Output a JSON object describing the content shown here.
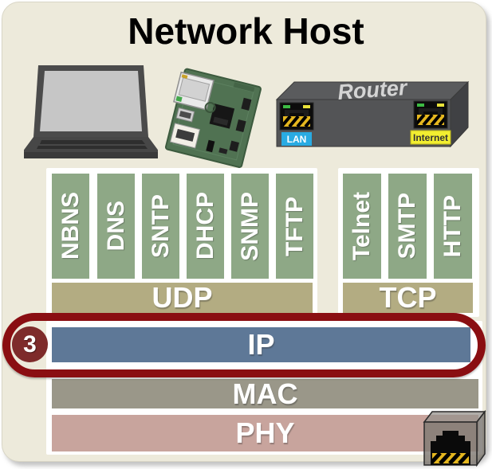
{
  "title": "Network Host",
  "router": {
    "label": "Router",
    "ports": [
      {
        "label": "LAN"
      },
      {
        "label": "Internet"
      }
    ]
  },
  "stack": {
    "udp_protocols": [
      "NBNS",
      "DNS",
      "SNTP",
      "DHCP",
      "SNMP",
      "TFTP"
    ],
    "tcp_protocols": [
      "Telnet",
      "SMTP",
      "HTTP"
    ],
    "transport": {
      "udp": "UDP",
      "tcp": "TCP"
    },
    "layers": {
      "ip": "IP",
      "mac": "MAC",
      "phy": "PHY"
    }
  },
  "highlight": {
    "badge": "3",
    "target": "IP"
  },
  "colors": {
    "panel_bg": "#edeadb",
    "protocol_green": "#8ea886",
    "transport_khaki": "#b3ac82",
    "ip_blue": "#5e7897",
    "mac_gray": "#9a9789",
    "phy_rose": "#c8a49d",
    "highlight_red": "#8a0e12",
    "badge_maroon": "#7e2b2b",
    "lan_blue": "#29abe2",
    "internet_yellow": "#f2ee30"
  }
}
